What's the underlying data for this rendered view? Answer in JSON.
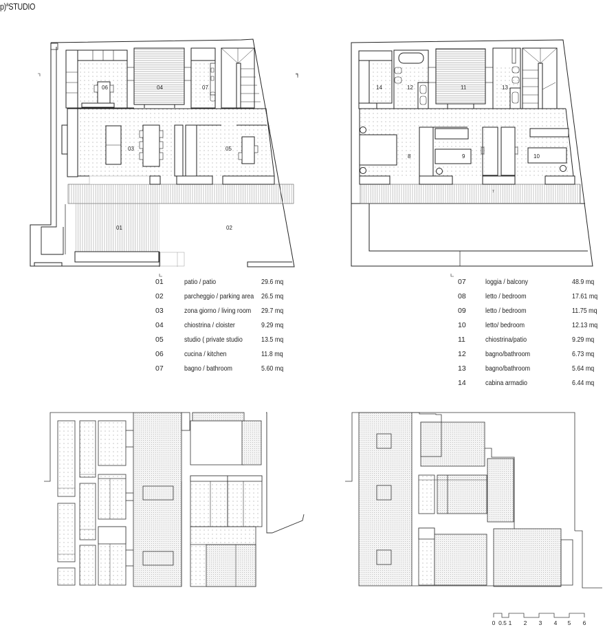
{
  "header": {
    "brand_prefix": "p)",
    "brand_sup": "a",
    "brand_suffix": "STUDIO"
  },
  "ground_floor_plan": {
    "room_tags": [
      "01",
      "02",
      "03",
      "04",
      "05",
      "06",
      "07"
    ],
    "legend": [
      {
        "num": "01",
        "label": "patio / patio",
        "area": "29.6 mq"
      },
      {
        "num": "02",
        "label": "parcheggio / parking area",
        "area": "26.5 mq"
      },
      {
        "num": "03",
        "label": "zona giorno / living room",
        "area": "29.7 mq"
      },
      {
        "num": "04",
        "label": "chiostrina / cloister",
        "area": "9.29 mq"
      },
      {
        "num": "05",
        "label": "studio ( private studio",
        "area": "13.5 mq"
      },
      {
        "num": "06",
        "label": "cucina / kitchen",
        "area": "11.8 mq"
      },
      {
        "num": "07",
        "label": "bagno / bathroom",
        "area": "5.60 mq"
      }
    ]
  },
  "first_floor_plan": {
    "room_tags": [
      "7",
      "8",
      "9",
      "10",
      "11",
      "12",
      "13",
      "14"
    ],
    "legend": [
      {
        "num": "07",
        "label": "loggia / balcony",
        "area": "48.9 mq"
      },
      {
        "num": "08",
        "label": "letto / bedroom",
        "area": "17.61 mq"
      },
      {
        "num": "09",
        "label": "letto / bedroom",
        "area": "11.75 mq"
      },
      {
        "num": "10",
        "label": "letto/ bedroom",
        "area": "12.13 mq"
      },
      {
        "num": "11",
        "label": "chiostrina/patio",
        "area": "9.29 mq"
      },
      {
        "num": "12",
        "label": "bagno/bathroom",
        "area": "6.73 mq"
      },
      {
        "num": "13",
        "label": "bagno/bathroom",
        "area": "5.64 mq"
      },
      {
        "num": "14",
        "label": "cabina armadio",
        "area": "6.44 mq"
      }
    ]
  },
  "scale_bar": {
    "ticks": [
      "0",
      "0.5",
      "1",
      "2",
      "3",
      "4",
      "5",
      "6"
    ]
  },
  "colors": {
    "line": "#222222",
    "hatch": "#9a9a9a",
    "dots": "#8a8a8a",
    "background": "#ffffff"
  }
}
